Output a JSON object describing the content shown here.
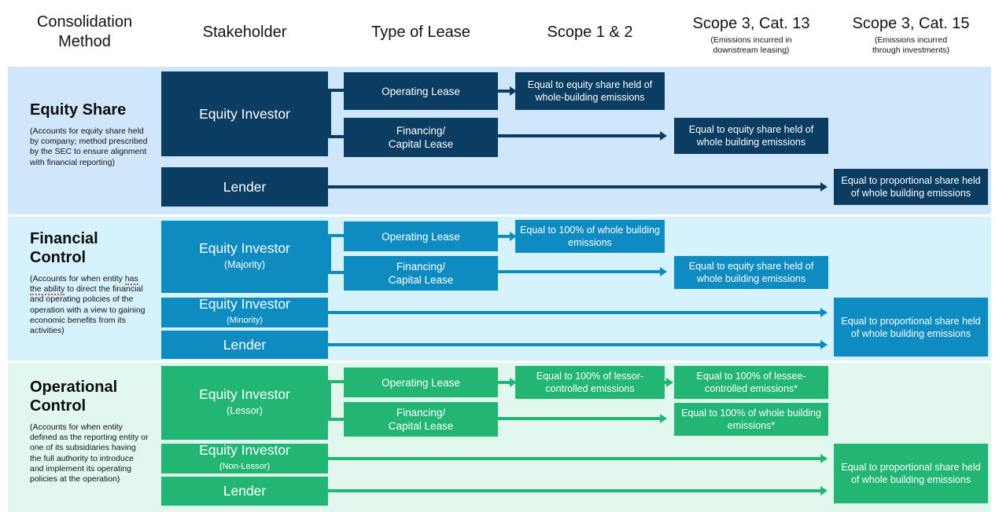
{
  "headers": [
    {
      "id": "consolidation-method",
      "title": "Consolidation\nMethod",
      "sub": ""
    },
    {
      "id": "stakeholder",
      "title": "Stakeholder",
      "sub": ""
    },
    {
      "id": "type-of-lease",
      "title": "Type of Lease",
      "sub": ""
    },
    {
      "id": "scope-1-2",
      "title": "Scope 1 & 2",
      "sub": ""
    },
    {
      "id": "scope-3-cat-13",
      "title": "Scope 3, Cat. 13",
      "sub": "(Emissions incurred in\ndownstream leasing)"
    },
    {
      "id": "scope-3-cat-15",
      "title": "Scope 3, Cat. 15",
      "sub": "(Emissions incurred\nthrough investments)"
    }
  ],
  "colors": {
    "equity_share": "#0b3c62",
    "equity_share_band": "#cfe6fb",
    "financial_control": "#0e8bc0",
    "financial_control_band": "#d5f2fd",
    "operational_control": "#22b573",
    "operational_control_band": "#e2f8ee",
    "page_background": "#ffffff",
    "text_on_fill": "#ffffff",
    "heading_text": "#121212",
    "spellcheck_underline": "#c0504d"
  },
  "rows": [
    {
      "id": "equity-share",
      "title": "Equity Share",
      "description": "(Accounts for equity share held by company; method prescribed by the SEC to ensure alignment with financial reporting)",
      "description_segments": [
        {
          "text": "(Accounts for equity share held by company; method prescribed by the SEC to ensure alignment with financial reporting)",
          "flag": false
        }
      ],
      "stakeholders": [
        {
          "id": "equity-investor",
          "label": "Equity Investor",
          "qualifier": ""
        },
        {
          "id": "lender",
          "label": "Lender",
          "qualifier": ""
        }
      ],
      "leases": [
        {
          "id": "operating-lease",
          "label": "Operating Lease"
        },
        {
          "id": "financing-capital-lease",
          "label": "Financing/\nCapital Lease"
        }
      ],
      "outcomes": [
        {
          "id": "scope12-operating",
          "column": "scope-1-2",
          "text": "Equal to equity share held of whole-building emissions"
        },
        {
          "id": "cat13-financing",
          "column": "scope-3-cat-13",
          "text": "Equal to equity share held of whole building emissions"
        },
        {
          "id": "cat15-lender",
          "column": "scope-3-cat-15",
          "text": "Equal to proportional share held of whole building emissions"
        }
      ]
    },
    {
      "id": "financial-control",
      "title": "Financial\nControl",
      "description": "(Accounts for when entity has the ability to direct the financial and operating policies of the operation with a view to gaining economic benefits from its activities)",
      "description_segments": [
        {
          "text": "(Accounts for when entity ",
          "flag": false
        },
        {
          "text": "has",
          "flag": true
        },
        {
          "text": " ",
          "flag": false
        },
        {
          "text": "the ability",
          "flag": true
        },
        {
          "text": " to direct the financial and operating policies of the operation with a view to gaining economic benefits from its activities)",
          "flag": false
        }
      ],
      "stakeholders": [
        {
          "id": "equity-investor-majority",
          "label": "Equity Investor",
          "qualifier": "(Majority)"
        },
        {
          "id": "equity-investor-minority",
          "label": "Equity Investor",
          "qualifier": "(Minority)"
        },
        {
          "id": "lender",
          "label": "Lender",
          "qualifier": ""
        }
      ],
      "leases": [
        {
          "id": "operating-lease",
          "label": "Operating Lease"
        },
        {
          "id": "financing-capital-lease",
          "label": "Financing/\nCapital Lease"
        }
      ],
      "outcomes": [
        {
          "id": "scope12-operating",
          "column": "scope-1-2",
          "text": "Equal to 100% of whole building emissions"
        },
        {
          "id": "cat13-financing",
          "column": "scope-3-cat-13",
          "text": "Equal to equity share held of whole building emissions"
        },
        {
          "id": "cat15-minority-lender",
          "column": "scope-3-cat-15",
          "text": "Equal to proportional share held of whole building emissions"
        }
      ]
    },
    {
      "id": "operational-control",
      "title": "Operational\nControl",
      "description": "(Accounts for when entity defined as the reporting entity or one of its subsidiaries having the full authority to introduce and implement its operating policies at the operation)",
      "description_segments": [
        {
          "text": "(Accounts for when entity defined as the reporting entity or one of its subsidiaries having the full authority to introduce and implement its operating policies at the operation)",
          "flag": false
        }
      ],
      "stakeholders": [
        {
          "id": "equity-investor-lessor",
          "label": "Equity Investor",
          "qualifier": "(Lessor)"
        },
        {
          "id": "equity-investor-non-lessor",
          "label": "Equity Investor",
          "qualifier": "(Non-Lessor)"
        },
        {
          "id": "lender",
          "label": "Lender",
          "qualifier": ""
        }
      ],
      "leases": [
        {
          "id": "operating-lease",
          "label": "Operating Lease"
        },
        {
          "id": "financing-capital-lease",
          "label": "Financing/\nCapital Lease"
        }
      ],
      "outcomes": [
        {
          "id": "scope12-operating",
          "column": "scope-1-2",
          "text": "Equal to 100% of lessor-controlled emissions"
        },
        {
          "id": "cat13-operating",
          "column": "scope-3-cat-13",
          "text": "Equal to 100% of lessee-controlled emissions*"
        },
        {
          "id": "cat13-financing",
          "column": "scope-3-cat-13",
          "text": "Equal to 100% of whole building emissions*"
        },
        {
          "id": "cat15-nonlessor-lender",
          "column": "scope-3-cat-15",
          "text": "Equal to proportional share held of whole building emissions"
        }
      ]
    }
  ]
}
